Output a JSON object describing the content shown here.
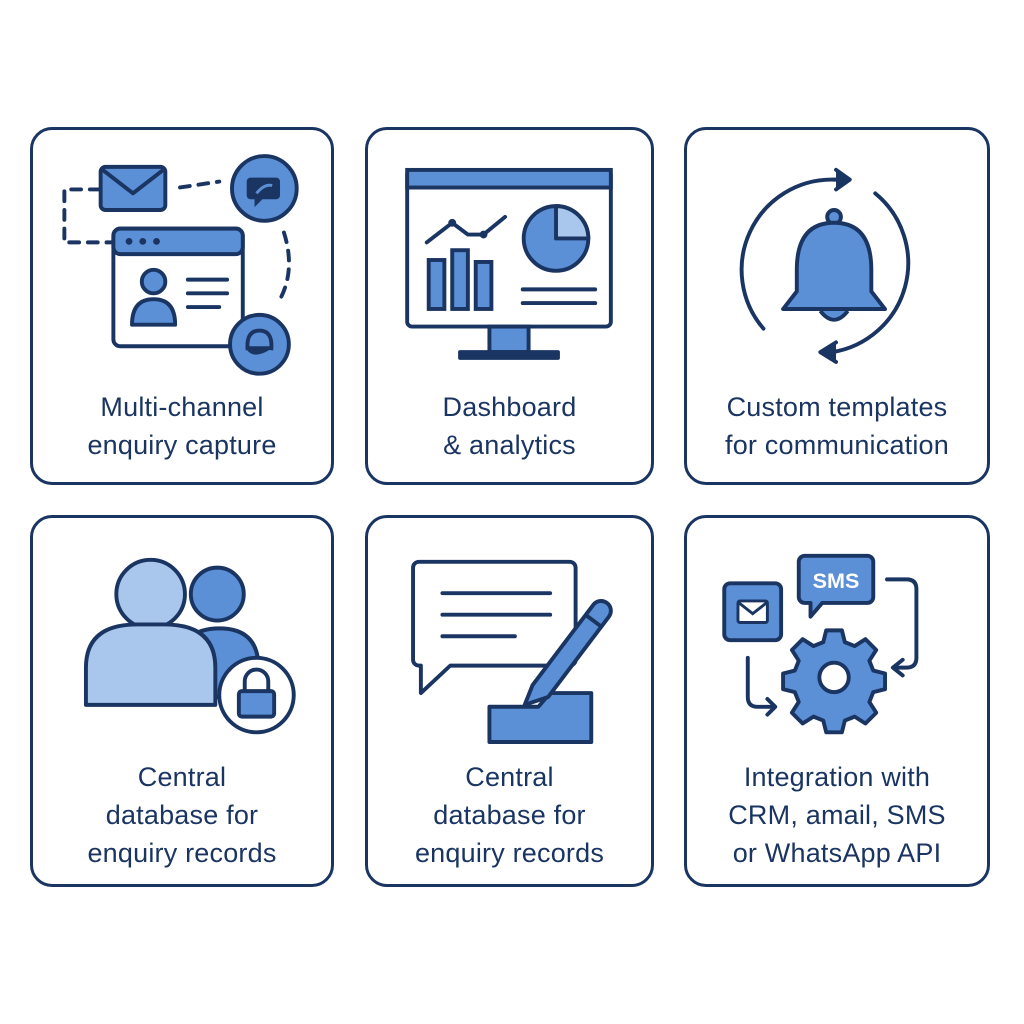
{
  "colors": {
    "stroke": "#1b3563",
    "fill_mid": "#5b8fd6",
    "fill_light": "#a9c6ec",
    "background": "#ffffff"
  },
  "cards": [
    {
      "lines": [
        "Multi-channel",
        "enquiry capture"
      ],
      "icons": [
        "envelope-icon",
        "chat-bubble-icon",
        "browser-window-icon",
        "user-profile-icon",
        "support-chat-icon"
      ]
    },
    {
      "lines": [
        "Dashboard",
        "& analytics"
      ],
      "icons": [
        "monitor-icon",
        "bar-chart-icon",
        "line-chart-icon",
        "pie-chart-icon"
      ]
    },
    {
      "lines": [
        "Custom templates",
        "for communication"
      ],
      "icons": [
        "bell-icon",
        "cycle-arrows-icon"
      ]
    },
    {
      "lines": [
        "Central",
        "database for",
        "enquiry records"
      ],
      "icons": [
        "users-icon",
        "lock-icon"
      ]
    },
    {
      "lines": [
        "Central",
        "database for",
        "enquiry records"
      ],
      "icons": [
        "message-icon",
        "pencil-icon",
        "folder-icon"
      ]
    },
    {
      "lines": [
        "Integration with",
        "CRM, amail, SMS",
        "or WhatsApp API"
      ],
      "icons": [
        "envelope-icon",
        "sms-bubble-icon",
        "gear-icon",
        "arrows-icon"
      ],
      "sms_text": "SMS"
    }
  ]
}
